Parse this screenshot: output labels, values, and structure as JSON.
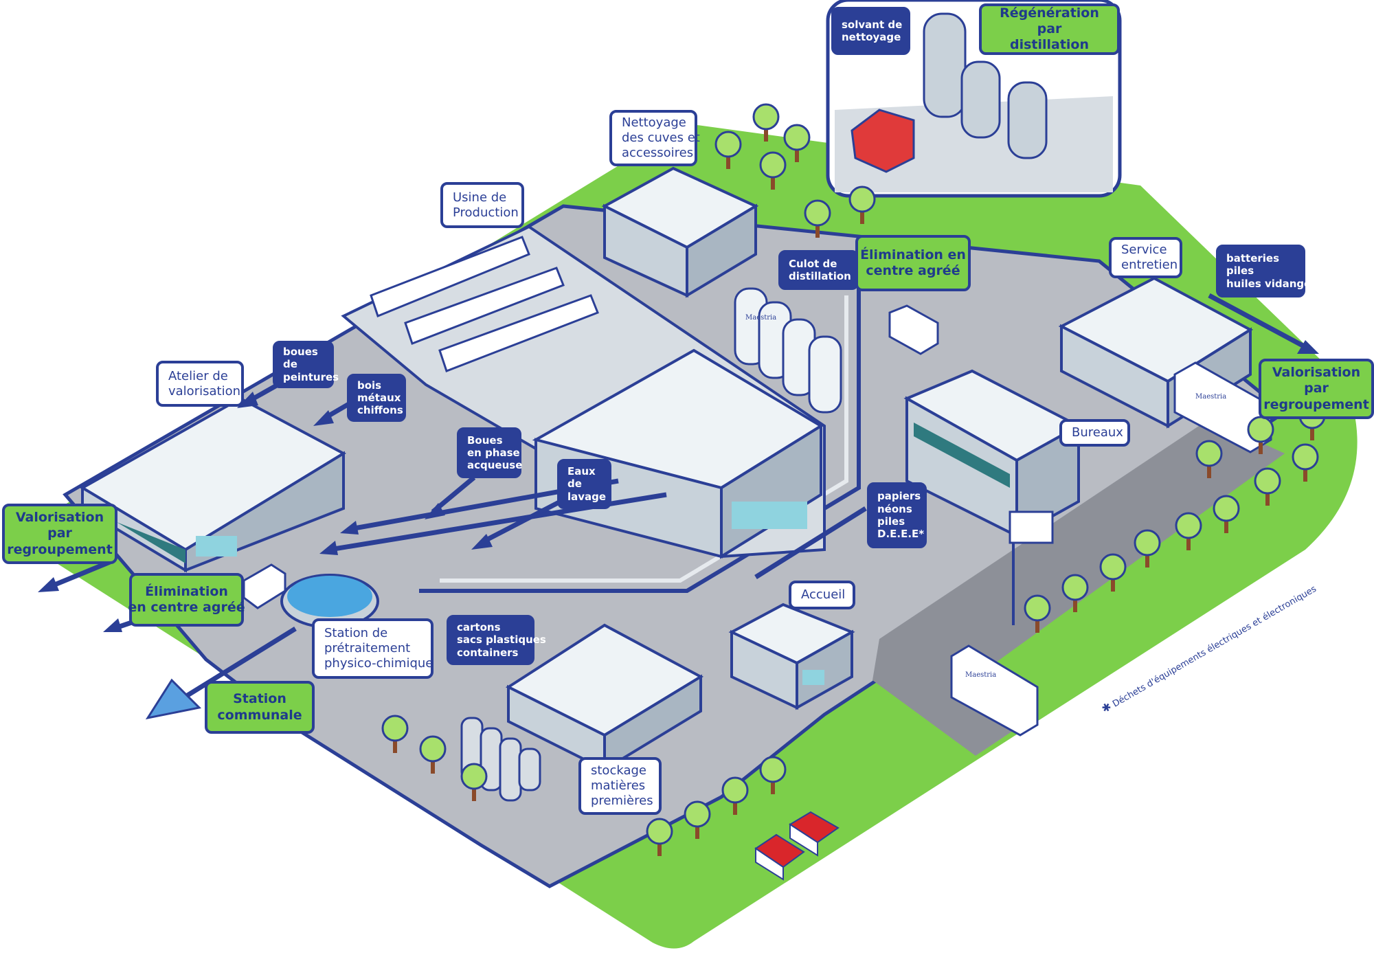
{
  "labels": {
    "solvent": [
      "solvant de",
      "nettoyage"
    ],
    "regeneration": [
      "Régénération",
      "par",
      "distillation"
    ],
    "nettoyage_cuves": [
      "Nettoyage",
      "des cuves et",
      "accessoires"
    ],
    "usine": [
      "Usine de",
      "Production"
    ],
    "culot": [
      "Culot de",
      "distillation"
    ],
    "elimination_top": [
      "Élimination en",
      "centre agréé"
    ],
    "service": [
      "Service",
      "entretien"
    ],
    "batteries": [
      "batteries",
      "piles",
      "huiles vidange"
    ],
    "valorisation_right": [
      "Valorisation",
      "par",
      "regroupement"
    ],
    "bureaux": [
      "Bureaux"
    ],
    "boues_peintures": [
      "boues",
      "de",
      "peintures"
    ],
    "bois": [
      "bois",
      "métaux",
      "chiffons"
    ],
    "atelier": [
      "Atelier de",
      "valorisation"
    ],
    "boues_phase": [
      "Boues",
      "en phase",
      "acqueuse"
    ],
    "eaux": [
      "Eaux",
      "de",
      "lavage"
    ],
    "papiers": [
      "papiers",
      "néons",
      "piles",
      "D.E.E.E*"
    ],
    "valorisation_left": [
      "Valorisation",
      "par",
      "regroupement"
    ],
    "elimination_left": [
      "Élimination",
      "en centre agréé"
    ],
    "station_pretraitement": [
      "Station de",
      "prétraitement",
      "physico-chimique"
    ],
    "cartons": [
      "cartons",
      "sacs plastiques",
      "containers"
    ],
    "accueil": [
      "Accueil"
    ],
    "station_communale": [
      "Station",
      "communale"
    ],
    "stockage": [
      "stockage",
      "matières",
      "premières"
    ]
  },
  "footnote": {
    "star": "✱",
    "text": "Déchets d'équipements électriques et électroniques"
  },
  "brand": "Maestria",
  "colors": {
    "navy": "#2b3f96",
    "grass": "#7ccf4a",
    "ground": "#b9bcc3",
    "building": "#eef3f6",
    "tree": "#a8e06c",
    "trunk": "#8a4a2a",
    "roof": "#d9262b"
  }
}
